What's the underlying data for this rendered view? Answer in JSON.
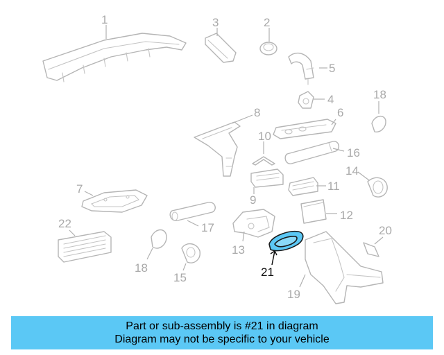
{
  "diagram": {
    "highlighted_part": "21",
    "highlight_color": "#5bc8f5",
    "callouts": [
      "1",
      "2",
      "3",
      "4",
      "5",
      "6",
      "7",
      "8",
      "9",
      "10",
      "11",
      "12",
      "13",
      "14",
      "15",
      "16",
      "17",
      "18",
      "18",
      "19",
      "20",
      "21",
      "22"
    ]
  },
  "banner": {
    "line1": "Part or sub-assembly is #21 in diagram",
    "line2": "Diagram may not be specific to your vehicle",
    "background": "#5bc8f5"
  }
}
